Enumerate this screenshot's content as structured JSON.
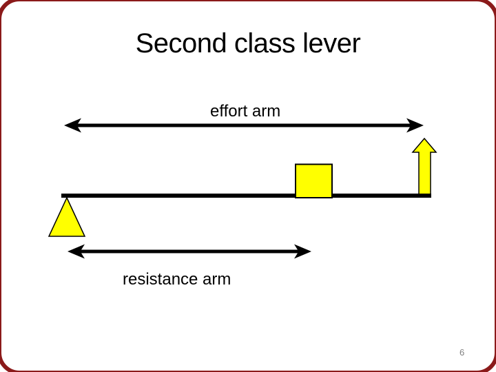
{
  "slide": {
    "title": "Second class lever",
    "labels": {
      "effort": "effort arm",
      "resistance": "resistance arm"
    },
    "page_number": "6"
  },
  "colors": {
    "shape_fill": "#FFFF00",
    "shape_stroke": "#000000",
    "line": "#000000",
    "frame": "#8B1A1A",
    "page_number": "#7F7F7F"
  }
}
